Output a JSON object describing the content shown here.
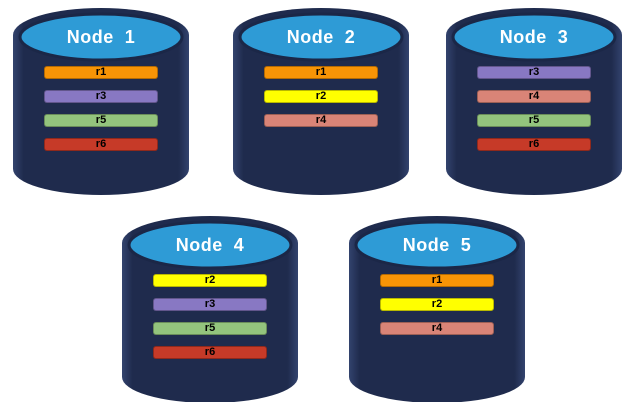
{
  "diagram": {
    "colors": {
      "background": "#FFFFFF",
      "cylinder_body": "#1F2B4D",
      "cylinder_body_highlight": "#33436E",
      "cylinder_top": "#2E9BD6",
      "cylinder_outline": "#1B2747",
      "title_text": "#FFFFFF",
      "replica_text": "#000000"
    },
    "replica_palette": {
      "r1": "#F89406",
      "r2": "#FFFF00",
      "r3": "#8878C3",
      "r4": "#D98477",
      "r5": "#93C47D",
      "r6": "#C63A28"
    },
    "nodes": [
      {
        "label": "Node  1",
        "replicas": [
          {
            "label": "r1",
            "color": "#F89406"
          },
          {
            "label": "r3",
            "color": "#8878C3"
          },
          {
            "label": "r5",
            "color": "#93C47D"
          },
          {
            "label": "r6",
            "color": "#C63A28"
          }
        ]
      },
      {
        "label": "Node  2",
        "replicas": [
          {
            "label": "r1",
            "color": "#F89406"
          },
          {
            "label": "r2",
            "color": "#FFFF00"
          },
          {
            "label": "r4",
            "color": "#D98477"
          }
        ]
      },
      {
        "label": "Node  3",
        "replicas": [
          {
            "label": "r3",
            "color": "#8878C3"
          },
          {
            "label": "r4",
            "color": "#D98477"
          },
          {
            "label": "r5",
            "color": "#93C47D"
          },
          {
            "label": "r6",
            "color": "#C63A28"
          }
        ]
      },
      {
        "label": "Node  4",
        "replicas": [
          {
            "label": "r2",
            "color": "#FFFF00"
          },
          {
            "label": "r3",
            "color": "#8878C3"
          },
          {
            "label": "r5",
            "color": "#93C47D"
          },
          {
            "label": "r6",
            "color": "#C63A28"
          }
        ]
      },
      {
        "label": "Node  5",
        "replicas": [
          {
            "label": "r1",
            "color": "#F89406"
          },
          {
            "label": "r2",
            "color": "#FFFF00"
          },
          {
            "label": "r4",
            "color": "#D98477"
          }
        ]
      }
    ]
  }
}
